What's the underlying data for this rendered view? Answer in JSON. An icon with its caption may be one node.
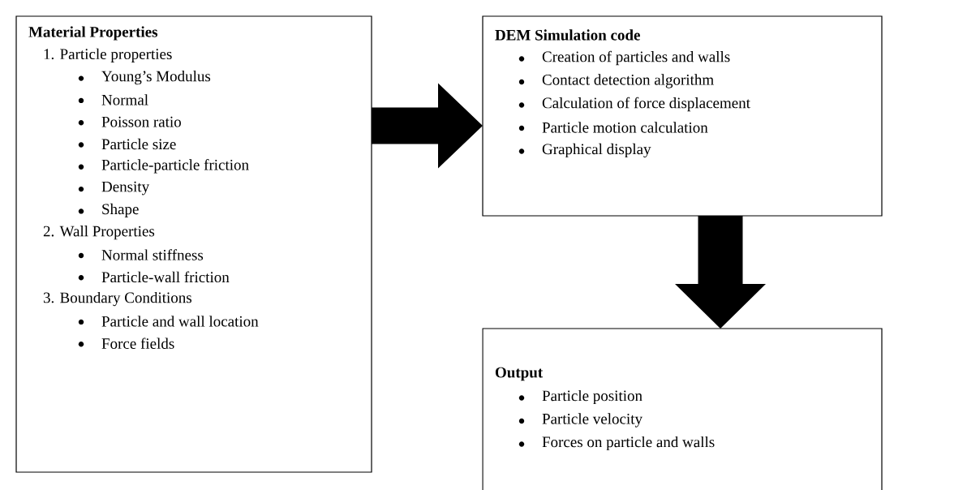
{
  "diagram": {
    "nodes": [
      {
        "text": [
          "Material Properties",
          "1. Particle properties",
          "Young’s Modulus",
          "Normal",
          "Poisson ratio",
          "Particle size",
          "Particle-particle friction",
          "Density",
          "Shape",
          "2. Wall Properties",
          "Normal stiffness",
          "Particle-wall friction",
          "3. Boundary Conditions",
          "Particle and wall location",
          "Force fields"
        ]
      },
      {
        "text": [
          "DEM Simulation code",
          "Creation of particles and walls",
          "Contact detection algorithm",
          "Calculation of force displacement",
          "Particle motion calculation",
          "Graphical display"
        ]
      },
      {
        "text": [
          "Output",
          "Particle position",
          "Particle velocity",
          "Forces on particle and walls"
        ]
      }
    ],
    "edges": [
      {
        "from": 0,
        "to": 1,
        "arrow": "to"
      },
      {
        "from": 1,
        "to": 2,
        "arrow": "to"
      }
    ]
  }
}
